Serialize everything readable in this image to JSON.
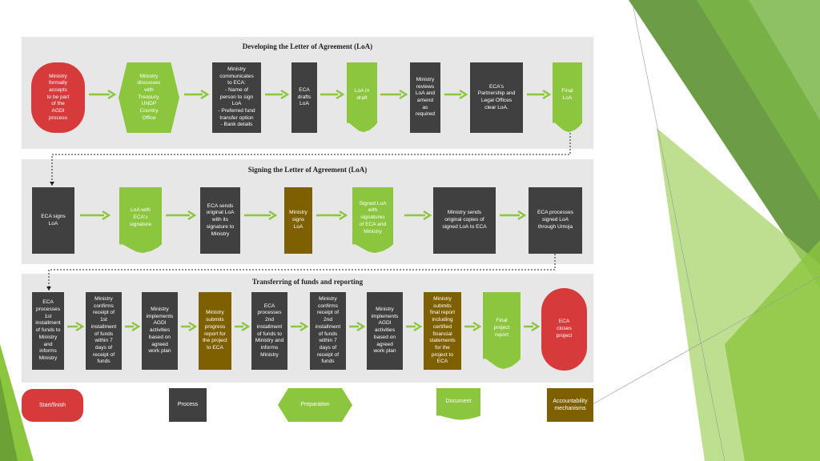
{
  "sections": {
    "developing": "Developing the Letter of Agreement (LoA)",
    "signing": "Signing the Letter of Agreement (LoA)",
    "transferring": "Transferring of funds and reporting"
  },
  "row1": [
    "Ministry\nformally\naccepts\nto be part\nof the\nAGDI\nprocess",
    "Ministry\ndiscusses\nwith\nTreasury,\nUNDP\nCountry\nOffice",
    "Ministry\ncommunicates\nto ECA:\n- Name  of\nperson to sign\nLoA\n- Preferred fund\ntransfer option\n- Bank details",
    "ECA\ndrafts\nLoA",
    "LoA in\ndraft",
    "Ministry\nreviews\nLoA and\namend\nas\nrequired",
    "ECA's\nPartnership and\nLegal Offices\nclear LoA.",
    "Final\nLoA"
  ],
  "row2": [
    "ECA signs\nLoA",
    "LoA with\nECA's\nsignature",
    "ECA sends\noriginal LoA\nwith its\nsignature to\nMinistry",
    "Ministry\nsigns\nLoA",
    "Signed LoA\nwith\nsignatures\nof ECA and\nMinistry",
    "Ministry sends\noriginal copies of\nsigned LoA to ECA",
    "ECA processes\nsigned LoA\nthrough Umoja"
  ],
  "row3": [
    "ECA\nprocesses\n1st\ninstallment\nof funds to\nMinistry\nand\ninforms\nMinistry",
    "Ministry\nconfirms\nreceipt of\n1st\ninstallment\nof funds\nwithin 7\ndays of\nreceipt of\nfunds",
    "Ministry\nimplements\nAGDI\nactivities\nbased on\nagreed\nwork plan",
    "Ministry\nsubmits\nprogress\nreport for\nthe project\nto ECA",
    "ECA\nprocesses\n2nd\ninstallment\nof funds to\nMinistry and\ninforms\nMinistry",
    "Ministry\nconfirms\nreceipt of\n2nd\ninstallment\nof funds\nwithin 7\ndays of\nreceipt of\nfunds",
    "Ministry\nimplements\nAGDI\nactivities\nbased on\nagreed\nwork plan",
    "Ministry\nsubmits\nfinal report\nincluding\ncertified\nfinancial\nstatements\nfor the\nproject  to\nECA",
    "Final\nproject\nreport",
    "ECA\ncloses\nproject"
  ],
  "legend": {
    "start": "Start/finish",
    "process": "Process",
    "preparation": "Preparation",
    "document": "Document",
    "accountability": "Accountability\nmechanisms"
  },
  "colors": {
    "panel": "#e7e7e7",
    "process": "#404040",
    "green": "#8cc63f",
    "gold": "#7f6000",
    "red": "#d63a3a",
    "arrow": "#8cc63f"
  }
}
